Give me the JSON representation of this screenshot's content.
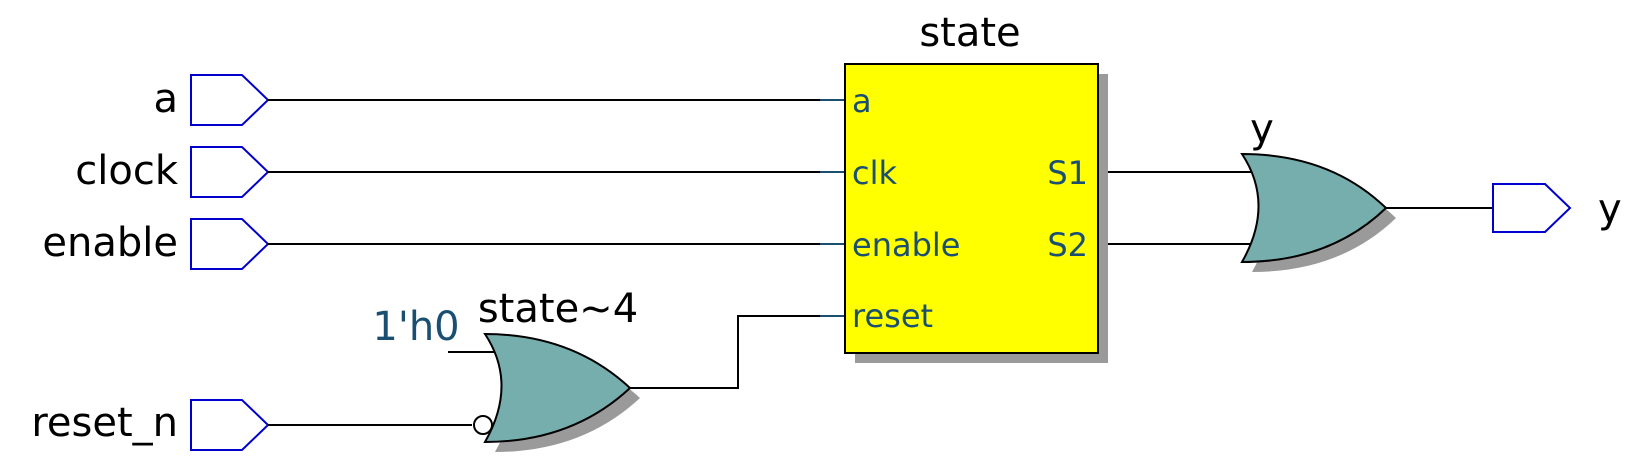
{
  "inputs": {
    "a": "a",
    "clock": "clock",
    "enable": "enable",
    "reset_n": "reset_n"
  },
  "output": {
    "y": "y"
  },
  "state_block": {
    "name": "state",
    "pins": {
      "a": "a",
      "clk": "clk",
      "enable": "enable",
      "reset": "reset",
      "s1": "S1",
      "s2": "S2"
    },
    "fill_color": "#ffff00"
  },
  "gates": {
    "or_reset": {
      "name": "state~4",
      "constant": "1'h0"
    },
    "or_output": {
      "name": "y"
    }
  },
  "colors": {
    "port_stroke": "#0000cc",
    "gate_fill": "#76adad",
    "pin_text": "#1a4f72"
  }
}
